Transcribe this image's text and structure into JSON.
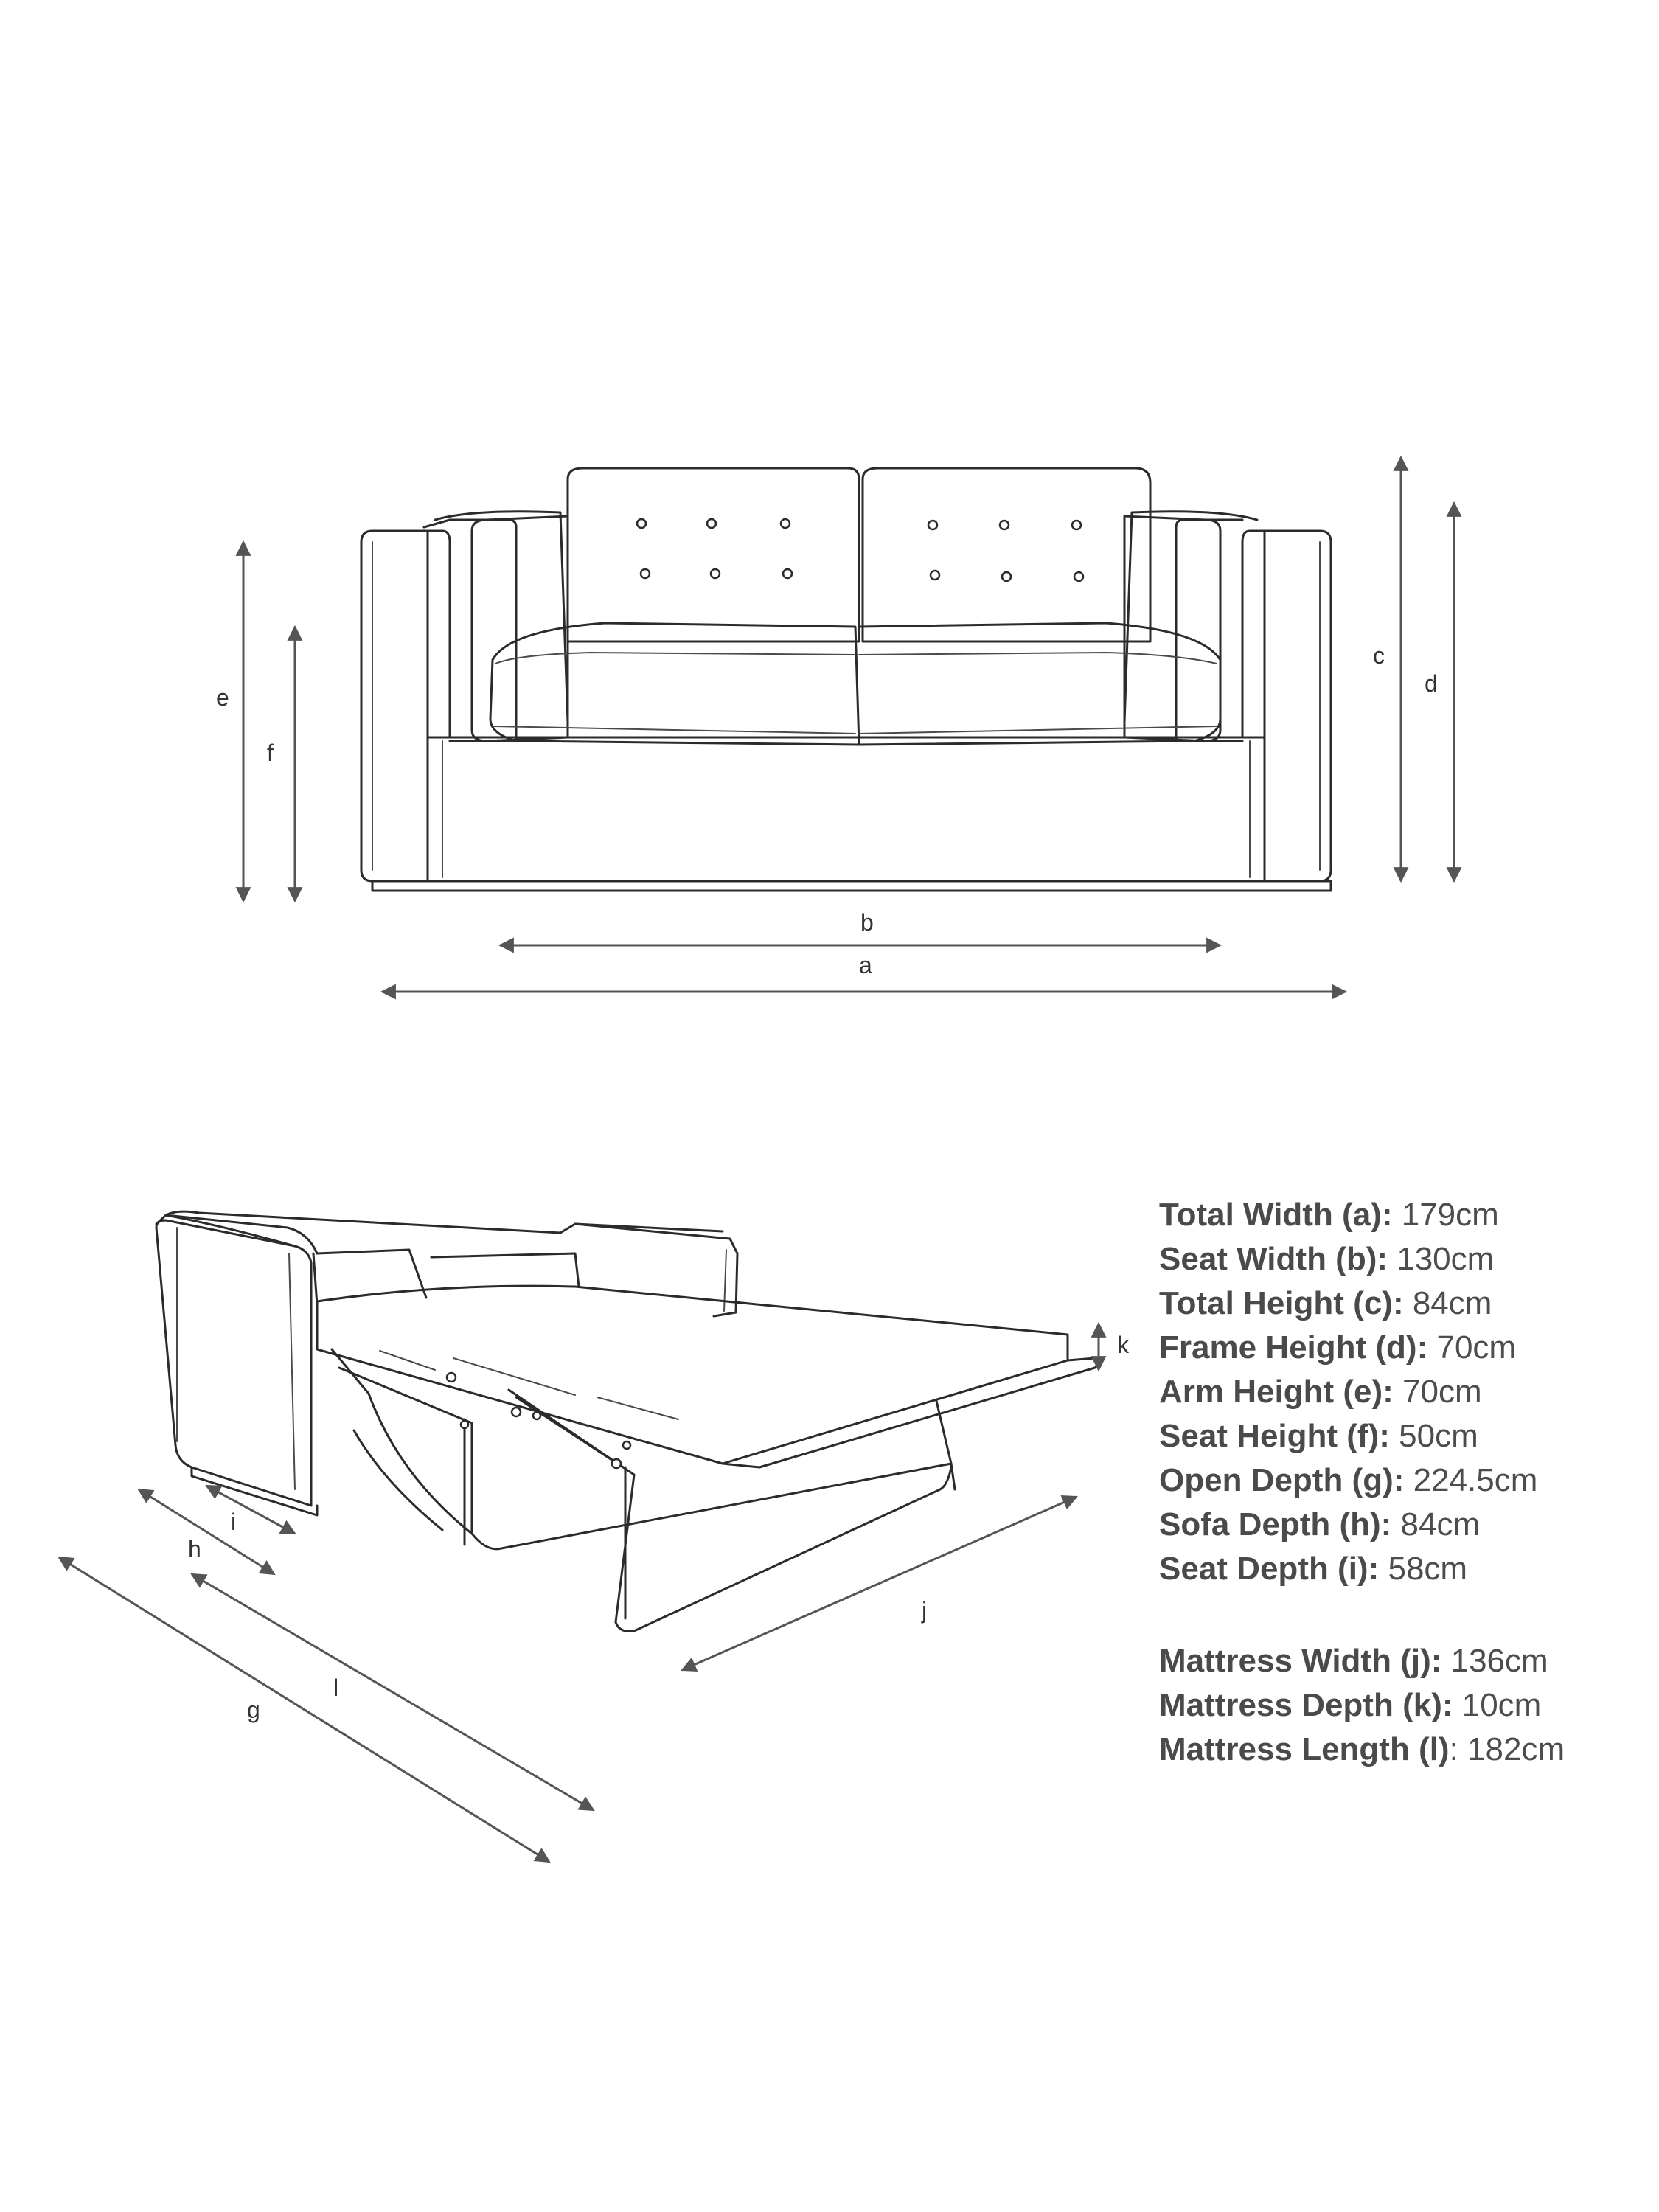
{
  "dimension_letters": {
    "a": "a",
    "b": "b",
    "c": "c",
    "d": "d",
    "e": "e",
    "f": "f",
    "g": "g",
    "h": "h",
    "i": "i",
    "j": "j",
    "k": "k",
    "l": "l"
  },
  "specs": {
    "sofa": [
      {
        "label": "Total Width (a):",
        "value": "179cm"
      },
      {
        "label": "Seat Width (b):",
        "value": "130cm"
      },
      {
        "label": "Total Height (c):",
        "value": "84cm"
      },
      {
        "label": "Frame Height (d):",
        "value": "70cm"
      },
      {
        "label": "Arm Height (e):",
        "value": "70cm"
      },
      {
        "label": "Seat Height (f):",
        "value": "50cm"
      },
      {
        "label": "Open Depth (g):",
        "value": "224.5cm"
      },
      {
        "label": "Sofa Depth (h):",
        "value": "84cm"
      },
      {
        "label": "Seat Depth (i):",
        "value": "58cm"
      }
    ],
    "mattress": [
      {
        "label": "Mattress Width (j):",
        "value": "136cm"
      },
      {
        "label": "Mattress Depth (k):",
        "value": "10cm"
      },
      {
        "label": "Mattress Length (l)",
        "value": ": 182cm"
      }
    ]
  },
  "colors": {
    "line": "#2b2b2b",
    "dimension": "#555555",
    "text": "#4d4d4d",
    "background": "#ffffff"
  }
}
